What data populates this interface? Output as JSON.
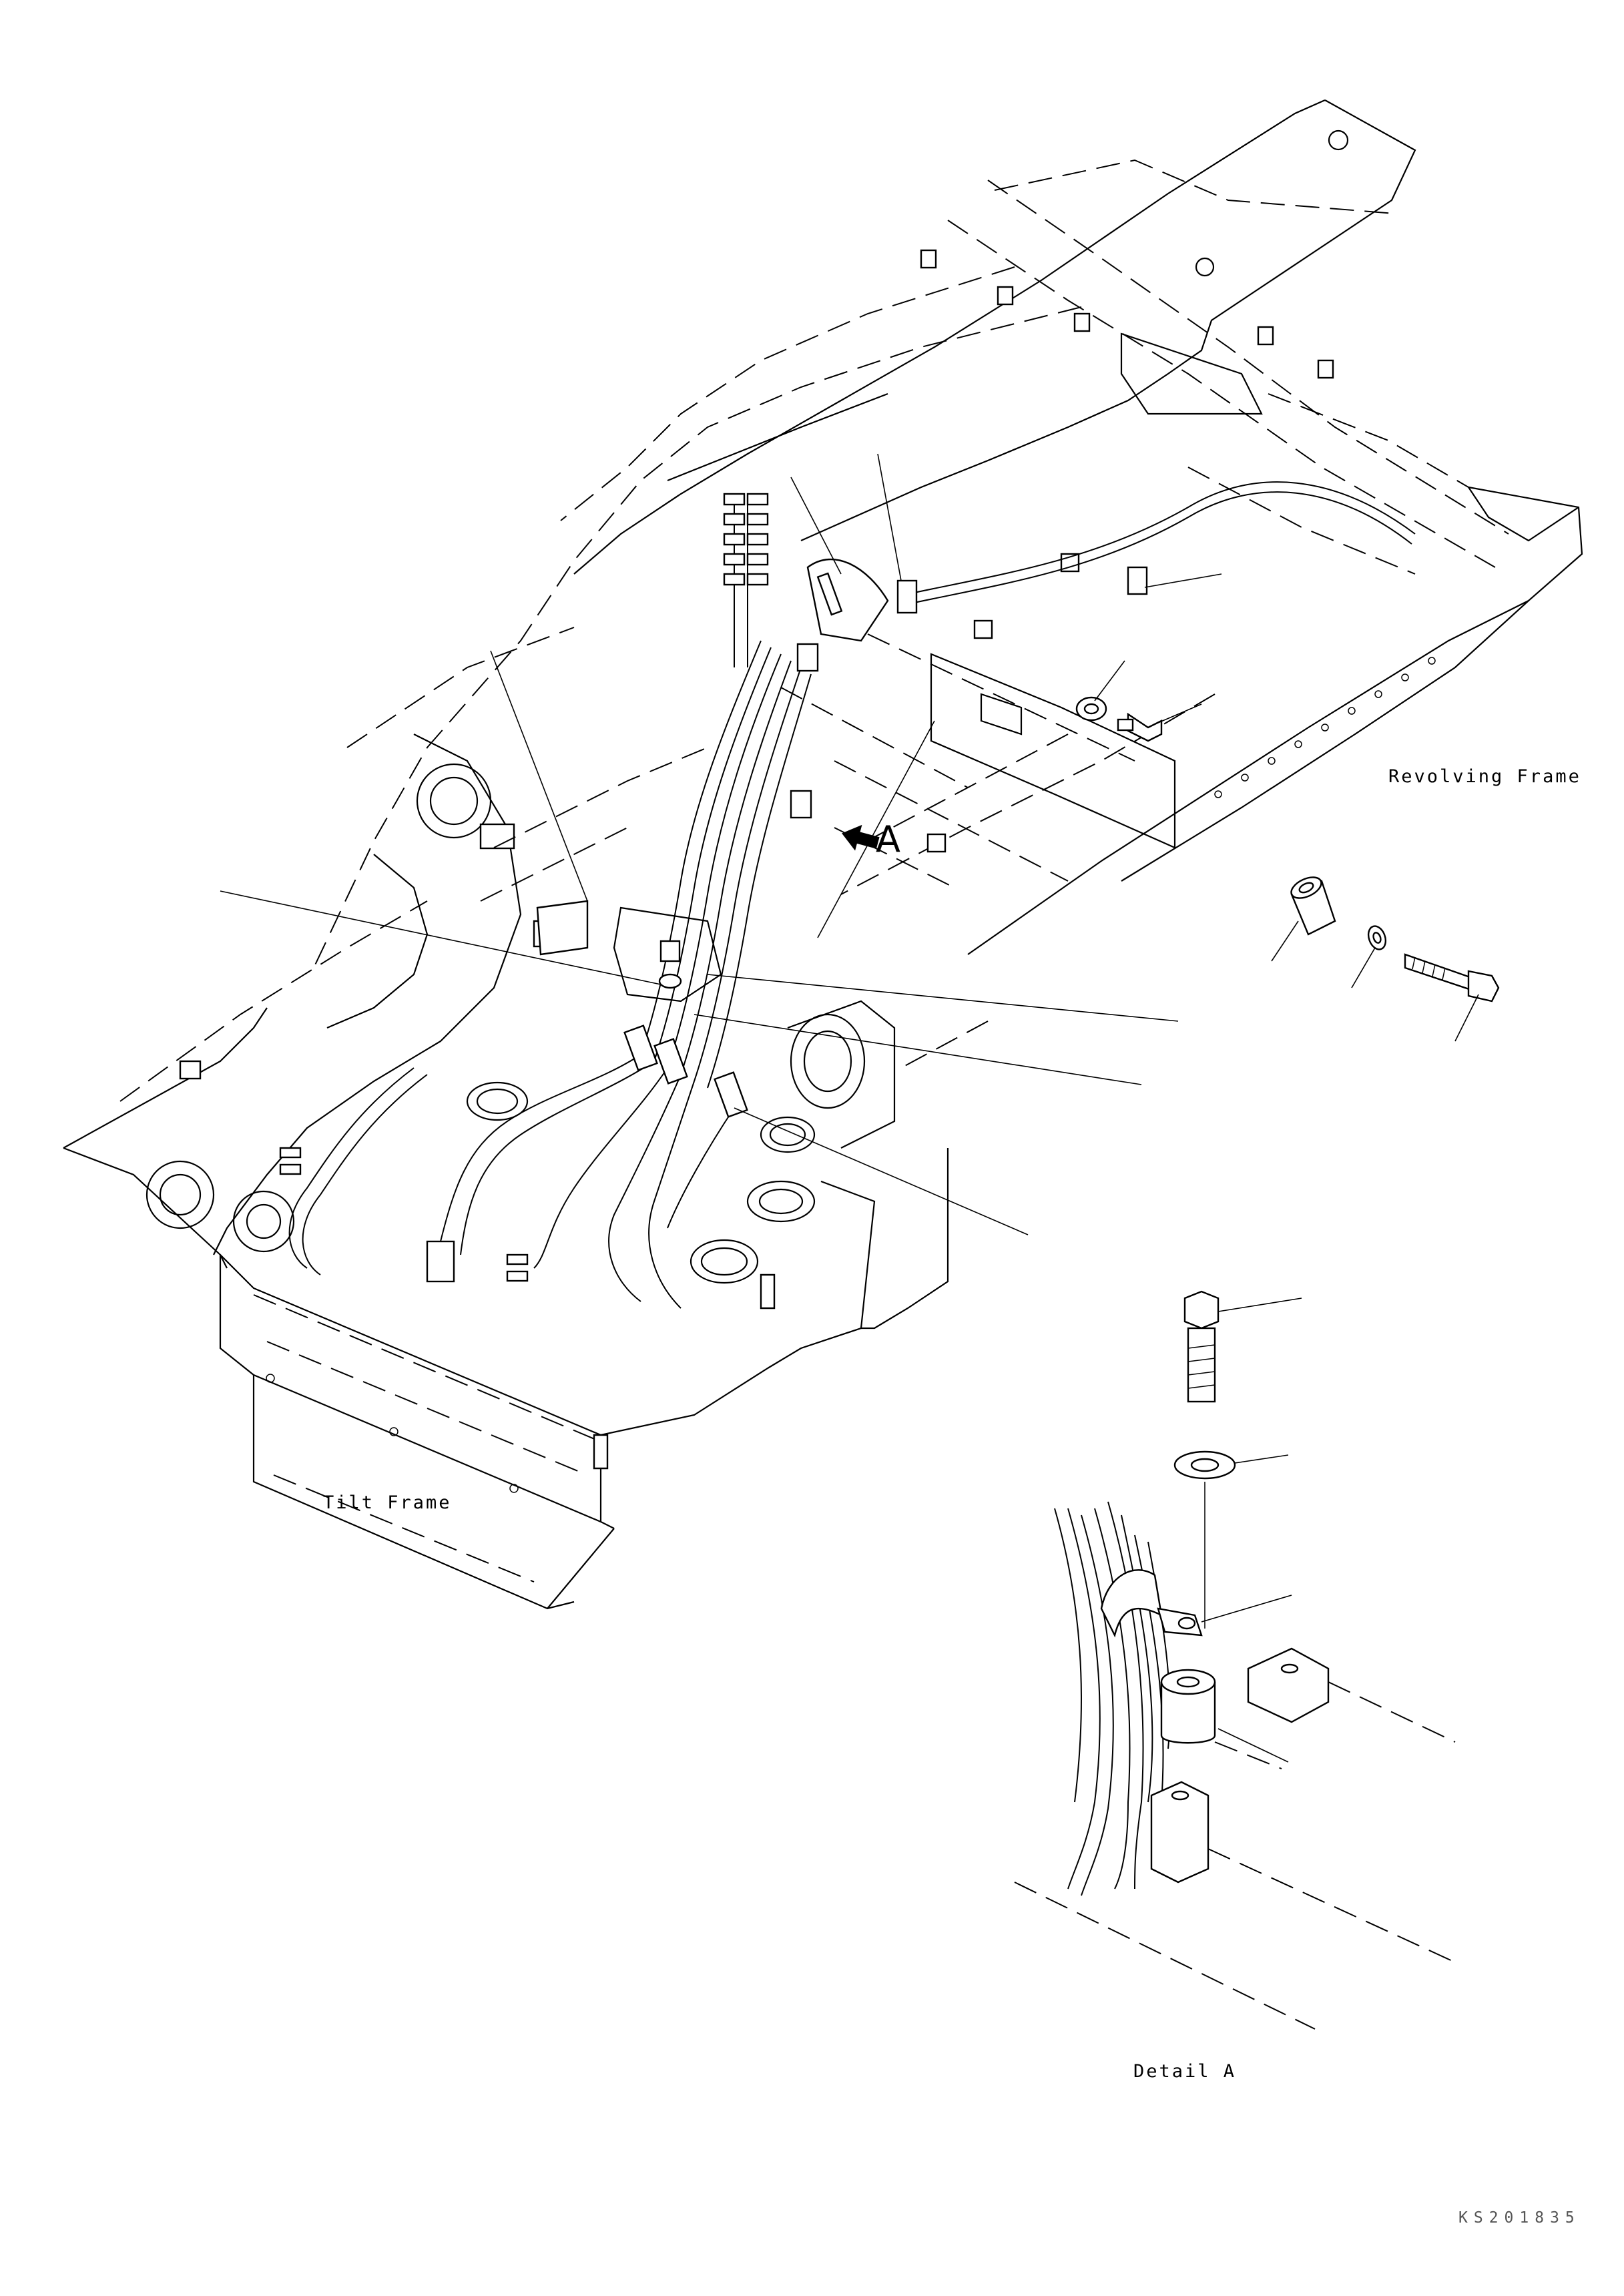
{
  "labels": {
    "revolving_frame": "Revolving Frame",
    "tilt_frame": "Tilt Frame",
    "detail_a": "Detail A",
    "view_callout": "A",
    "drawing_code": "KS201835"
  },
  "icons": {
    "view_arrow": "arrow-left-icon"
  }
}
